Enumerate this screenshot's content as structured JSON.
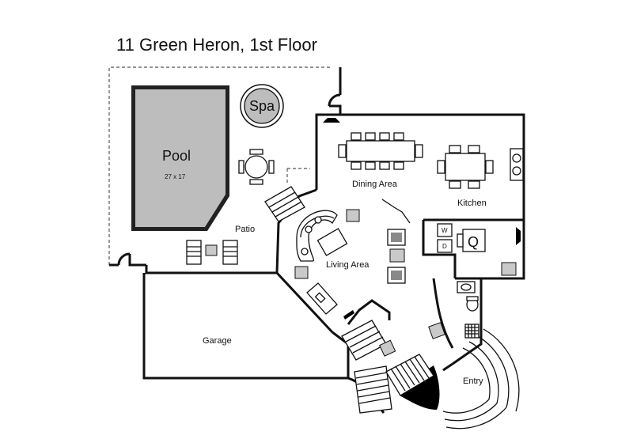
{
  "plan": {
    "title": "11 Green Heron, 1st Floor",
    "colors": {
      "wall": "#111111",
      "pool_fill": "#bdbdbd",
      "square_fill": "#c9c9c9",
      "background": "#ffffff"
    }
  },
  "rooms": {
    "pool": "Pool",
    "pool_size": "27 x 17",
    "spa": "Spa",
    "patio": "Patio",
    "dining": "Dining Area",
    "kitchen": "Kitchen",
    "living": "Living Area",
    "garage": "Garage",
    "entry": "Entry"
  },
  "appliances": {
    "washer": "W",
    "dryer": "D",
    "q": "Q"
  }
}
